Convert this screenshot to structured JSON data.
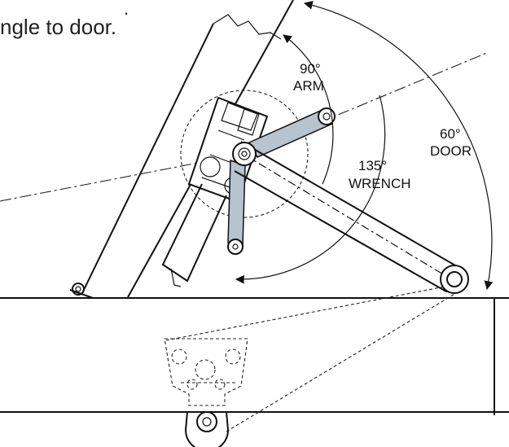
{
  "caption": {
    "dot": ".",
    "text": "ngle to door."
  },
  "labels": {
    "arm_angle": "90°",
    "arm": "ARM",
    "wrench_angle": "135°",
    "wrench": "WRENCH",
    "door_angle": "60°",
    "door": "DOOR"
  },
  "colors": {
    "line": "#111111",
    "arm_fill": "#b7c3cf",
    "background": "#ffffff"
  }
}
